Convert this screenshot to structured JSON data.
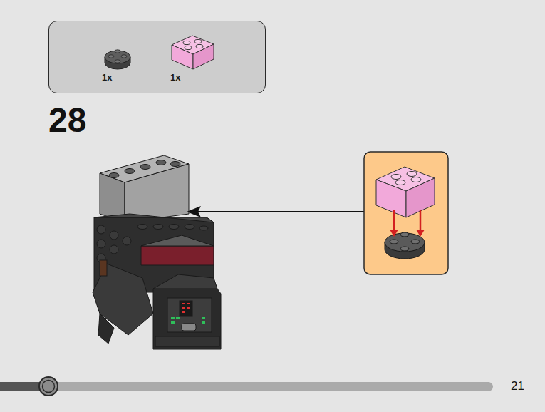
{
  "diagram": {
    "nodes": [
      {
        "text": [
          "1x",
          "1x"
        ]
      }
    ],
    "labels": [
      "28",
      "21"
    ]
  }
}
